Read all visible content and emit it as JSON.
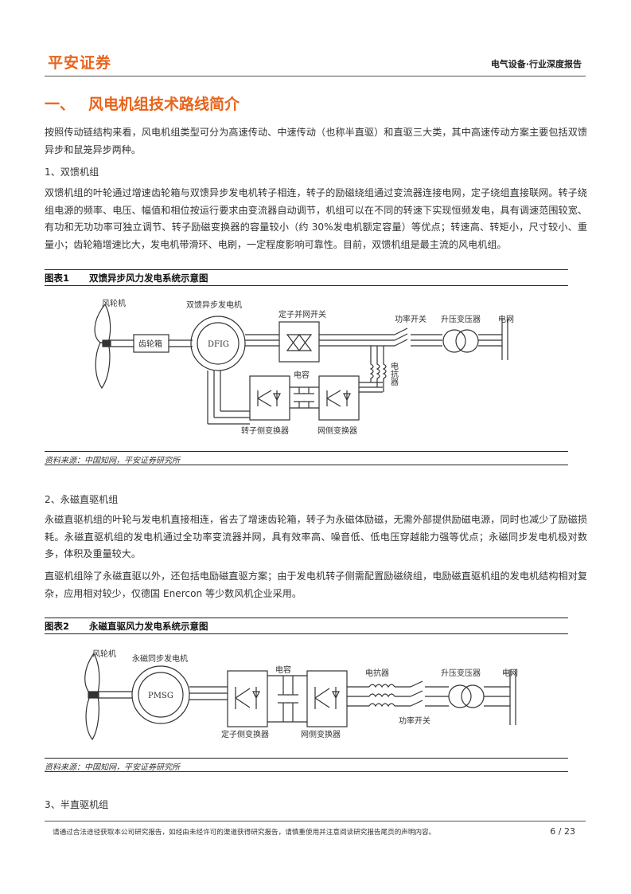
{
  "header": {
    "logo": "平安证券",
    "category": "电气设备·行业深度报告"
  },
  "section": {
    "number": "一、",
    "title": "风电机组技术路线简介"
  },
  "paragraphs": {
    "intro": "按照传动链结构来看，风电机组类型可分为高速传动、中速传动（也称半直驱）和直驱三大类，其中高速传动方案主要包括双馈异步和鼠笼异步两种。",
    "h1": "1、双馈机组",
    "p1": "双馈机组的叶轮通过增速齿轮箱与双馈异步发电机转子相连，转子的励磁绕组通过变流器连接电网，定子绕组直接联网。转子绕组电源的频率、电压、幅值和相位按运行要求由变流器自动调节，机组可以在不同的转速下实现恒频发电，具有调速范围较宽、有功和无功功率可独立调节、转子励磁变换器的容量较小（约 30%发电机额定容量）等优点；转速高、转矩小，尺寸较小、重量小；齿轮箱增速比大，发电机带滑环、电刷，一定程度影响可靠性。目前，双馈机组是最主流的风电机组。",
    "h2": "2、永磁直驱机组",
    "p2": "永磁直驱机组的叶轮与发电机直接相连，省去了增速齿轮箱，转子为永磁体励磁，无需外部提供励磁电源，同时也减少了励磁损耗。永磁直驱机组的发电机通过全功率变流器并网，具有效率高、噪音低、低电压穿越能力强等优点；永磁同步发电机极对数多，体积及重量较大。",
    "p3": "直驱机组除了永磁直驱以外，还包括电励磁直驱方案；由于发电机转子侧需配置励磁绕组，电励磁直驱机组的发电机结构相对复杂，应用相对较少，仅德国 Enercon 等少数风机企业采用。",
    "h3": "3、半直驱机组"
  },
  "figure1": {
    "label": "图表1",
    "title": "双馈异步风力发电系统示意图",
    "source": "资料来源：中国知网，平安证券研究所",
    "labels": {
      "rotor": "风轮机",
      "gearbox": "齿轮箱",
      "generator": "双馈异步发电机",
      "dfig": "DFIG",
      "stator_switch": "定子并网开关",
      "power_switch": "功率开关",
      "transformer": "升压变压器",
      "grid": "电网",
      "capacitor": "电容",
      "reactor": "电抗器",
      "rotor_converter": "转子侧变换器",
      "grid_converter": "网侧变换器"
    }
  },
  "figure2": {
    "label": "图表2",
    "title": "永磁直驱风力发电系统示意图",
    "source": "资料来源：中国知网，平安证券研究所",
    "labels": {
      "rotor": "风轮机",
      "generator": "永磁同步发电机",
      "pmsg": "PMSG",
      "capacitor": "电容",
      "reactor": "电抗器",
      "transformer": "升压变压器",
      "grid": "电网",
      "stator_converter": "定子侧变换器",
      "grid_converter": "网侧变换器",
      "power_switch": "功率开关"
    }
  },
  "footer": {
    "disclaimer": "请通过合法途径获取本公司研究报告，如经由未经许可的渠道获得研究报告，请慎重使用并注意阅读研究报告尾页的声明内容。",
    "page": "6 / 23"
  },
  "colors": {
    "accent": "#e8641b"
  }
}
